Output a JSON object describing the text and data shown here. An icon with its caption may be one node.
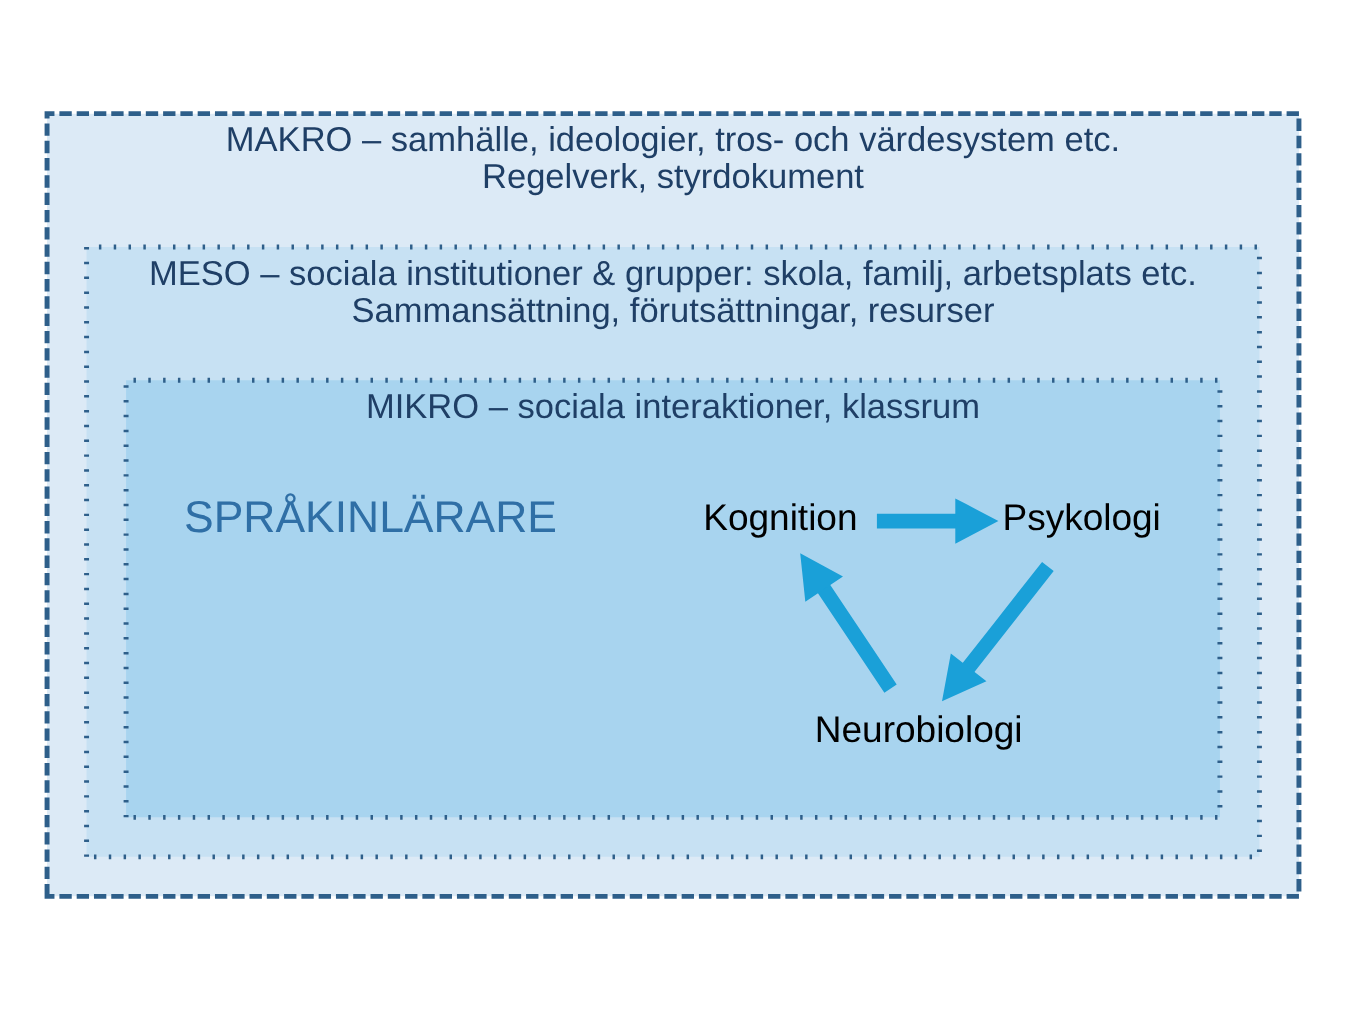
{
  "diagram": {
    "nodes": [
      {
        "text": [
          "MAKRO – samhälle, ideologier, tros- och värdesystem etc.",
          "Regelverk, styrdokument"
        ]
      },
      {
        "text": [
          "MESO – sociala institutioner & grupper: skola, familj, arbetsplats etc.",
          "Sammansättning, förutsättningar, resurser"
        ],
        "in": 0
      },
      {
        "text": [
          "MIKRO – sociala interaktioner, klassrum"
        ],
        "in": 1
      },
      {
        "text": [
          "Kognition"
        ],
        "in": 2
      },
      {
        "text": [
          "Psykologi"
        ],
        "in": 2
      },
      {
        "text": [
          "SPRÅKINLÄRARE"
        ],
        "in": 2
      },
      {
        "text": [
          "Neurobiologi"
        ],
        "in": 2
      }
    ],
    "edges": [
      {
        "from": 3,
        "to": 4,
        "arrow": "to"
      },
      {
        "from": 4,
        "to": 6,
        "arrow": "to"
      },
      {
        "from": 6,
        "to": 3,
        "arrow": "to"
      }
    ]
  }
}
